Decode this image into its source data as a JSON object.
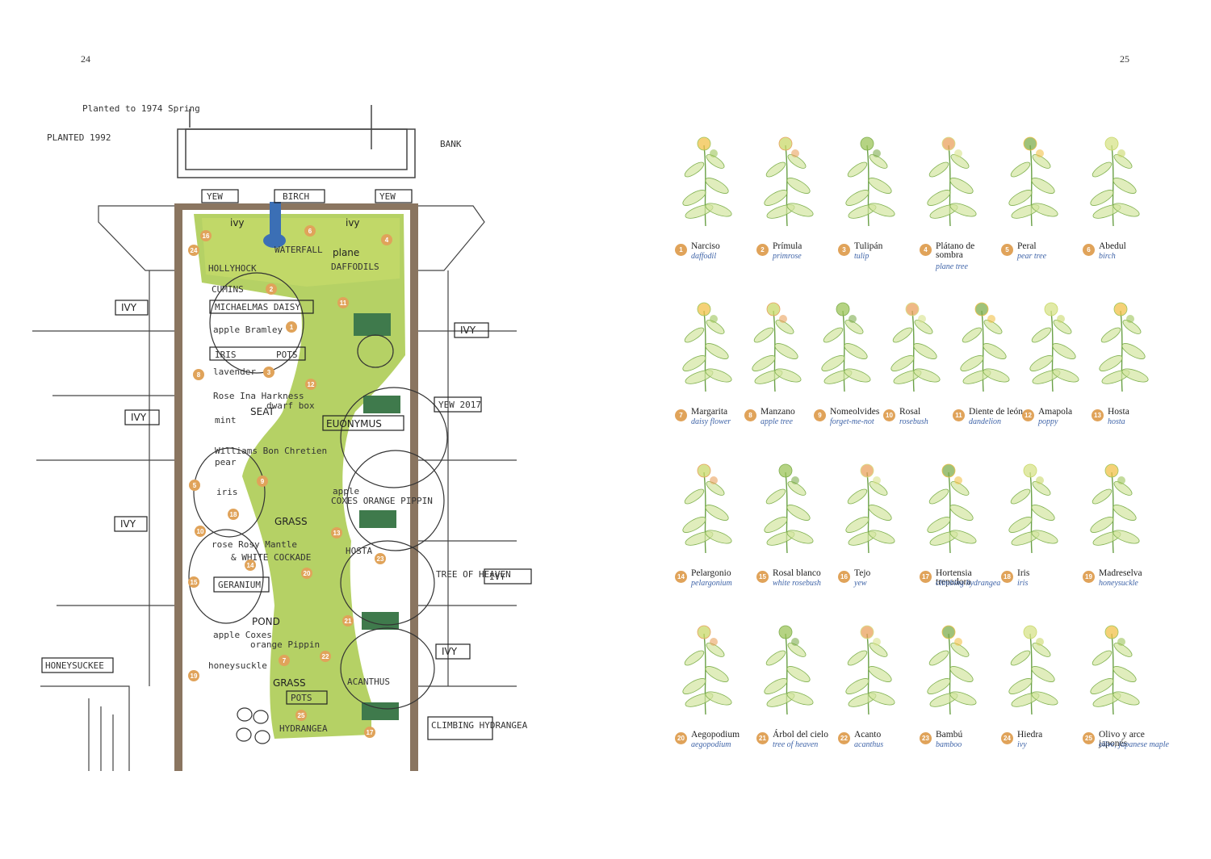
{
  "page_numbers": {
    "left": "24",
    "right": "25"
  },
  "plan": {
    "typed_header": "Planted to 1974 Spring",
    "handwritten": {
      "planted": "PLANTED 1992",
      "bank": "BANK",
      "yew_left": "YEW",
      "birch": "BIRCH",
      "yew_right": "YEW",
      "ivy_top1": "ivy",
      "ivy_top2": "ivy",
      "waterfall": "WATERFALL",
      "plane": "plane",
      "daffodils": "DAFFODILS",
      "hollyhock": "HOLLYHOCK",
      "cumins": "CUMINS",
      "michaelmas": "MICHAELMAS DAISY",
      "apple_bramley": "apple Bramley",
      "iris_box": "IRIS",
      "pots1": "POTS",
      "lavender": "lavender",
      "rose_ina": "Rose Ina Harkness",
      "dwarf_box": "dwarf box",
      "mint": "mint",
      "seat": "SEAT",
      "williams": "Williams Bon Chretien",
      "pear": "pear",
      "euonymus": "EUONYMUS",
      "yew2017": "YEW 2017",
      "iris2": "iris",
      "apple_cox": "apple",
      "cox_orange": "COXES ORANGE PIPPIN",
      "grass1": "GRASS",
      "rose_rosy": "rose Rosy Mantle",
      "white_cockade": "& WHITE COCKADE",
      "hosta": "HOSTA",
      "geranium": "GERANIUM",
      "tree_heaven": "TREE OF HEAVEN",
      "pond": "POND",
      "apple_cox2": "apple Coxes",
      "orange_pippin": "orange Pippin",
      "honeysuckle_in": "honeysuckle",
      "honeysuckee": "HONEYSUCKEE",
      "grass2": "GRASS",
      "acanthus": "ACANTHUS",
      "pots2": "POTS",
      "hydrangea": "HYDRANGEA",
      "climbing": "CLIMBING HYDRANGEA",
      "ivy_a": "IVY",
      "ivy_b": "IVY",
      "ivy_c": "IVY",
      "ivy_d": "IVY",
      "ivy_e": "IVY",
      "ivy_f": "IVY"
    },
    "markers": [
      "1",
      "2",
      "3",
      "4",
      "5",
      "6",
      "7",
      "8",
      "9",
      "10",
      "11",
      "12",
      "13",
      "14",
      "15",
      "16",
      "17",
      "18",
      "19",
      "20",
      "21",
      "22",
      "23",
      "24",
      "25"
    ]
  },
  "legend": [
    {
      "n": "1",
      "es": "Narciso",
      "en": "daffodil"
    },
    {
      "n": "2",
      "es": "Prímula",
      "en": "primrose"
    },
    {
      "n": "3",
      "es": "Tulipán",
      "en": "tulip"
    },
    {
      "n": "4",
      "es": "Plátano de sombra",
      "en": "plane tree"
    },
    {
      "n": "5",
      "es": "Peral",
      "en": "pear tree"
    },
    {
      "n": "6",
      "es": "Abedul",
      "en": "birch"
    },
    {
      "n": "7",
      "es": "Margarita",
      "en": "daisy flower"
    },
    {
      "n": "8",
      "es": "Manzano",
      "en": "apple tree"
    },
    {
      "n": "9",
      "es": "Nomeolvides",
      "en": "forget-me-not"
    },
    {
      "n": "10",
      "es": "Rosal",
      "en": "rosebush"
    },
    {
      "n": "11",
      "es": "Diente de león",
      "en": "dandelion"
    },
    {
      "n": "12",
      "es": "Amapola",
      "en": "poppy"
    },
    {
      "n": "13",
      "es": "Hosta",
      "en": "hosta"
    },
    {
      "n": "14",
      "es": "Pelargonio",
      "en": "pelargonium"
    },
    {
      "n": "15",
      "es": "Rosal blanco",
      "en": "white rosebush"
    },
    {
      "n": "16",
      "es": "Tejo",
      "en": "yew"
    },
    {
      "n": "17",
      "es": "Hortensia trepadora",
      "en": "climbing hydrangea"
    },
    {
      "n": "18",
      "es": "Iris",
      "en": "iris"
    },
    {
      "n": "19",
      "es": "Madreselva",
      "en": "honeysuckle"
    },
    {
      "n": "20",
      "es": "Aegopodium",
      "en": "aegopodium"
    },
    {
      "n": "21",
      "es": "Árbol del cielo",
      "en": "tree of heaven"
    },
    {
      "n": "22",
      "es": "Acanto",
      "en": "acanthus"
    },
    {
      "n": "23",
      "es": "Bambú",
      "en": "bamboo"
    },
    {
      "n": "24",
      "es": "Hiedra",
      "en": "ivy"
    },
    {
      "n": "25",
      "es": "Olivo y arce japonés",
      "en": "olive, japanese maple"
    }
  ],
  "colors": {
    "badge": "#e0a35a",
    "english_name": "#3f64a8",
    "lawn": "#a8c94a",
    "wall": "#8a7560",
    "water": "#3b6fb5",
    "hedge": "#3f7a4c"
  }
}
